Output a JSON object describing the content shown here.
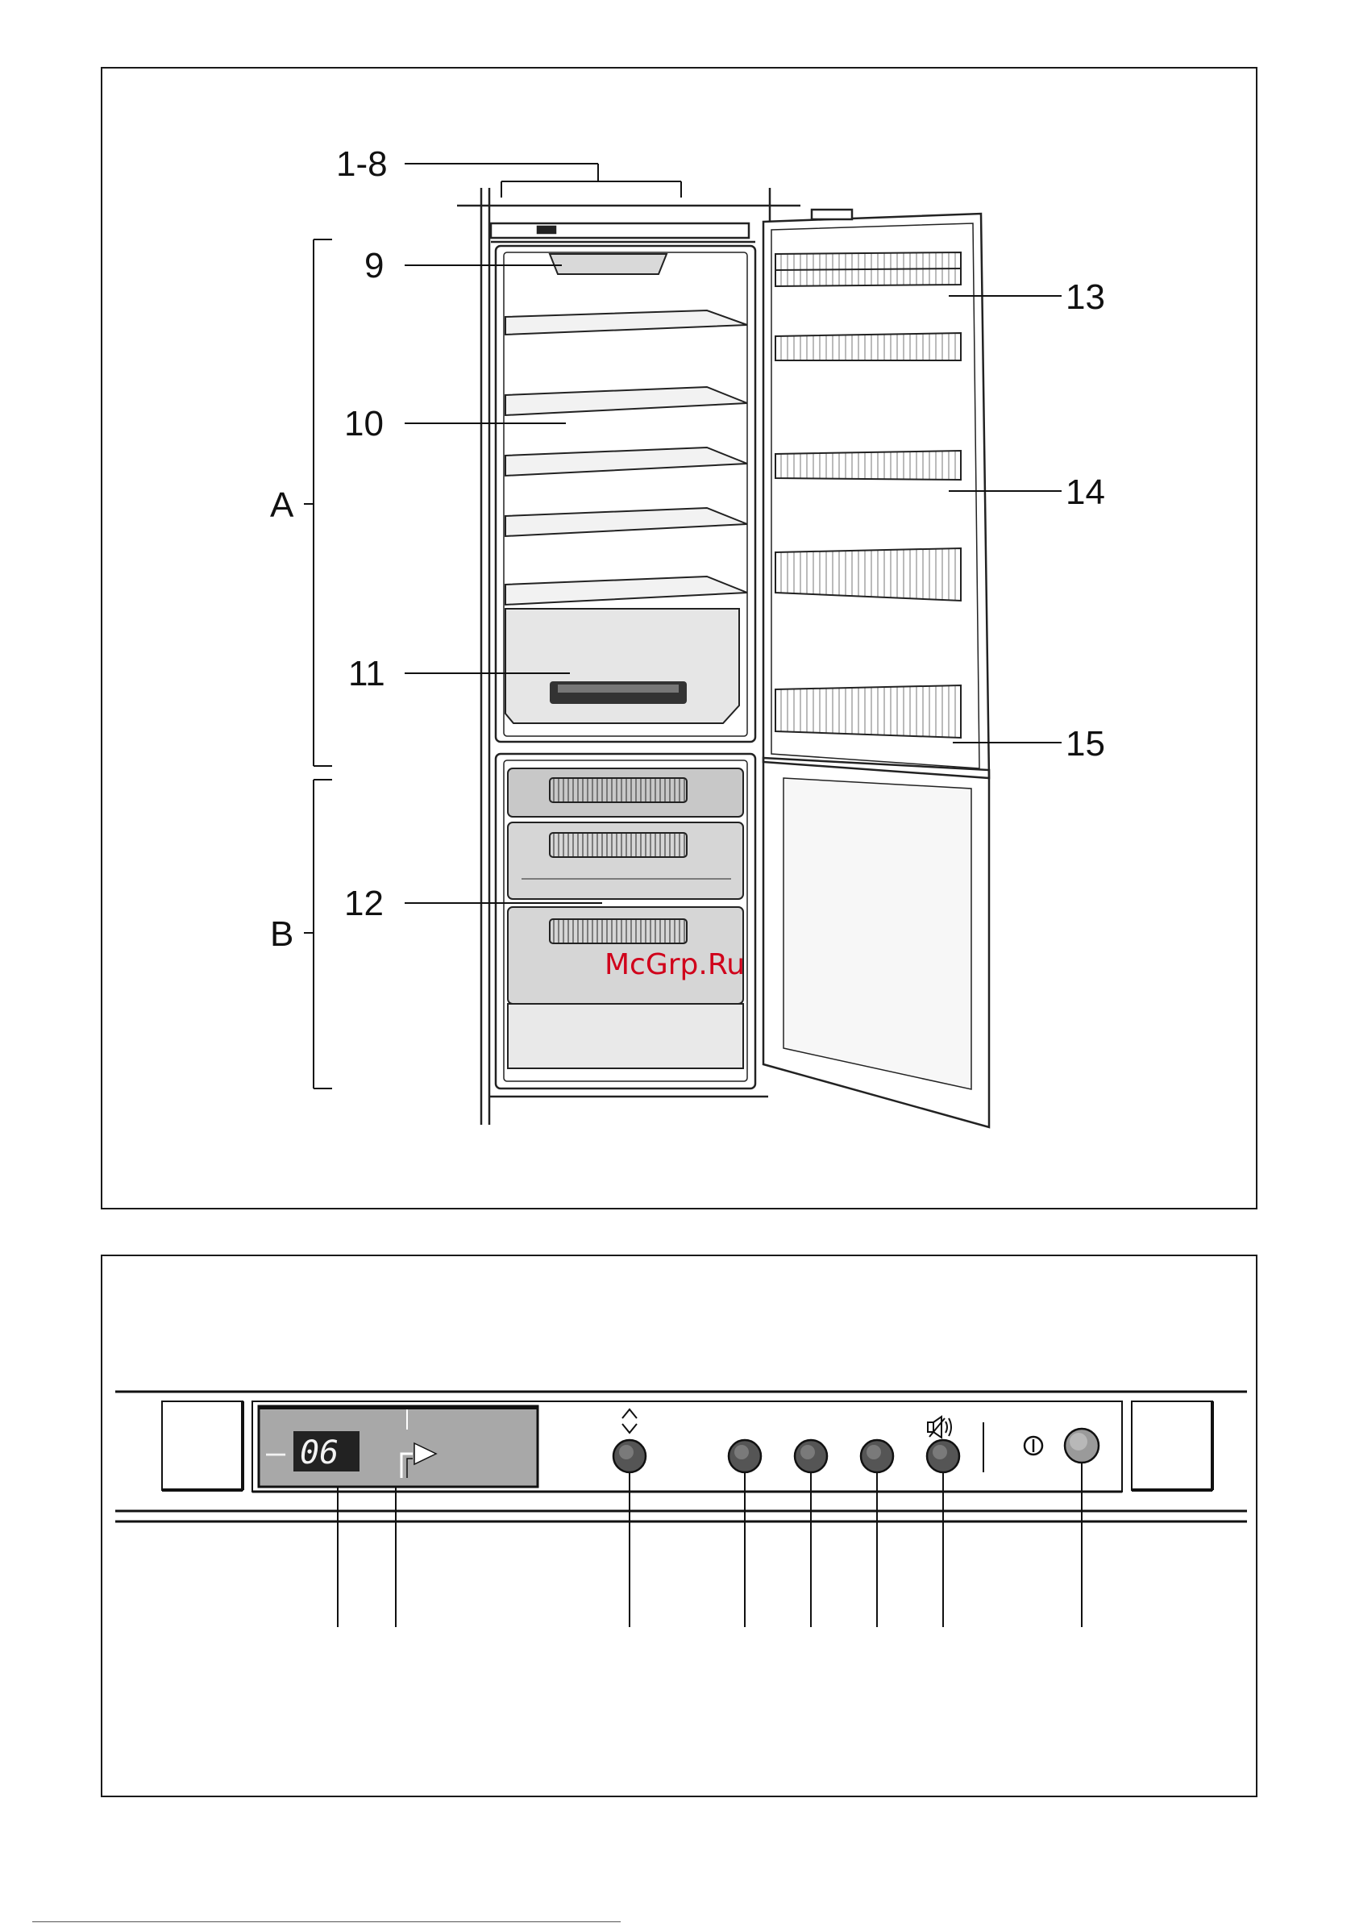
{
  "figure1": {
    "callouts": {
      "c_1_8": "1-8",
      "c9": "9",
      "c10": "10",
      "c11": "11",
      "c12": "12",
      "c13": "13",
      "c14": "14",
      "c15": "15"
    },
    "zones": {
      "a": "A",
      "b": "B"
    },
    "watermark": "McGrp.Ru"
  },
  "figure2": {
    "display_minus": "–",
    "display_value": "06",
    "icons": [
      "arrow-up-down-icon",
      "alarm-mute-icon",
      "power-icon"
    ]
  }
}
